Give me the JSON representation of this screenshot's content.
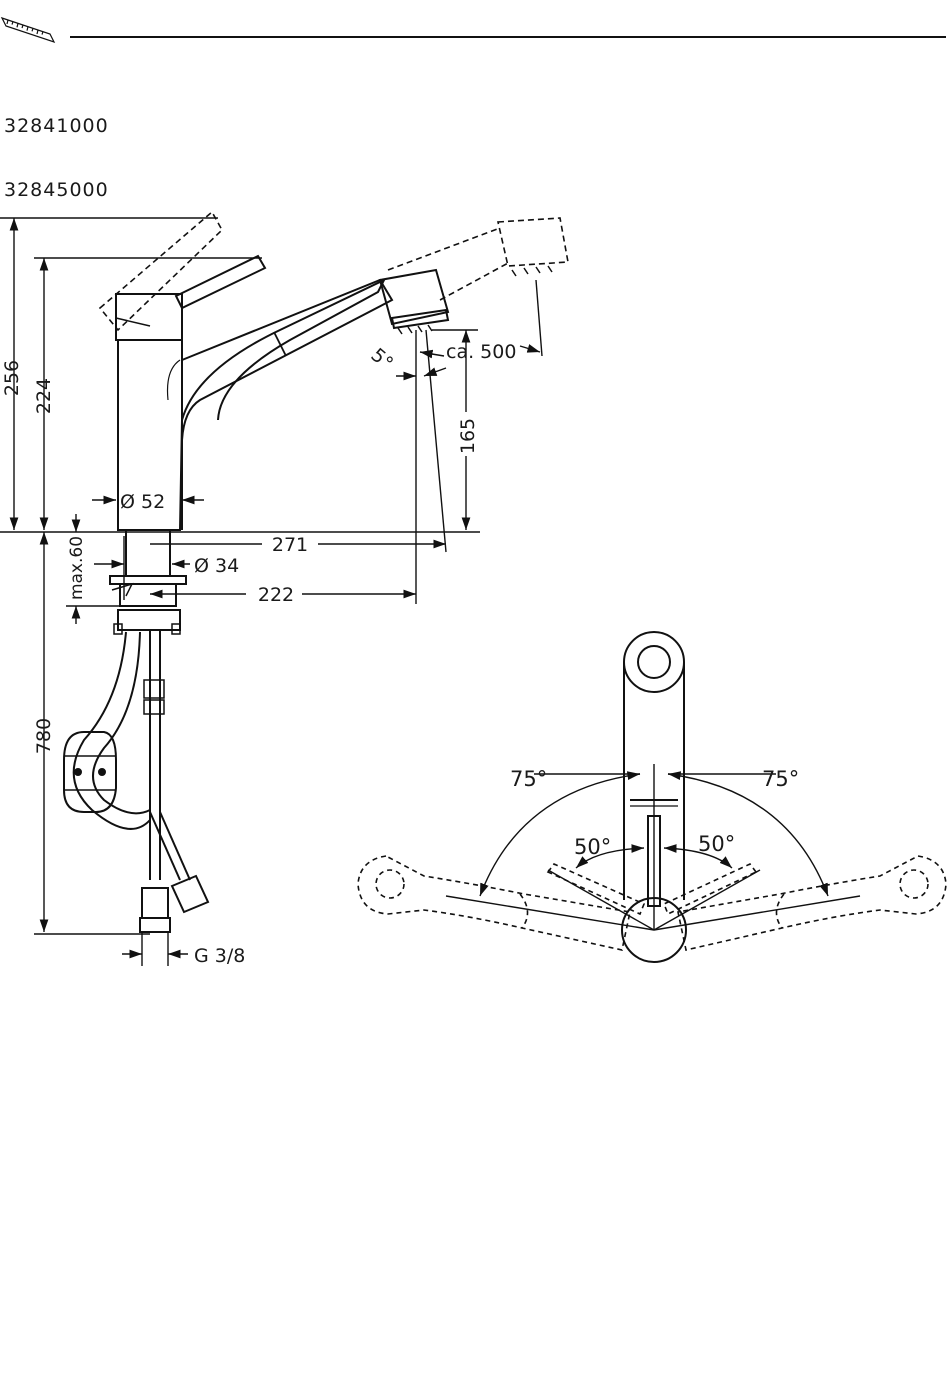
{
  "header": {
    "ruler_icon": "ruler-icon"
  },
  "models": {
    "first": "32841000",
    "second": "32845000"
  },
  "side_view": {
    "dimensions": {
      "height_total": "256",
      "height_body": "224",
      "body_diameter": "Ø 52",
      "max_thickness": "max.60",
      "hose_length": "780",
      "shank_diameter": "Ø 34",
      "reach_total": "271",
      "reach_spout": "222",
      "spout_height": "165",
      "pullout": "ca. 500",
      "angle": "5°",
      "thread": "G 3/8"
    }
  },
  "top_view": {
    "angles": {
      "outer_left": "75°",
      "outer_right": "75°",
      "inner_left": "50°",
      "inner_right": "50°"
    }
  }
}
